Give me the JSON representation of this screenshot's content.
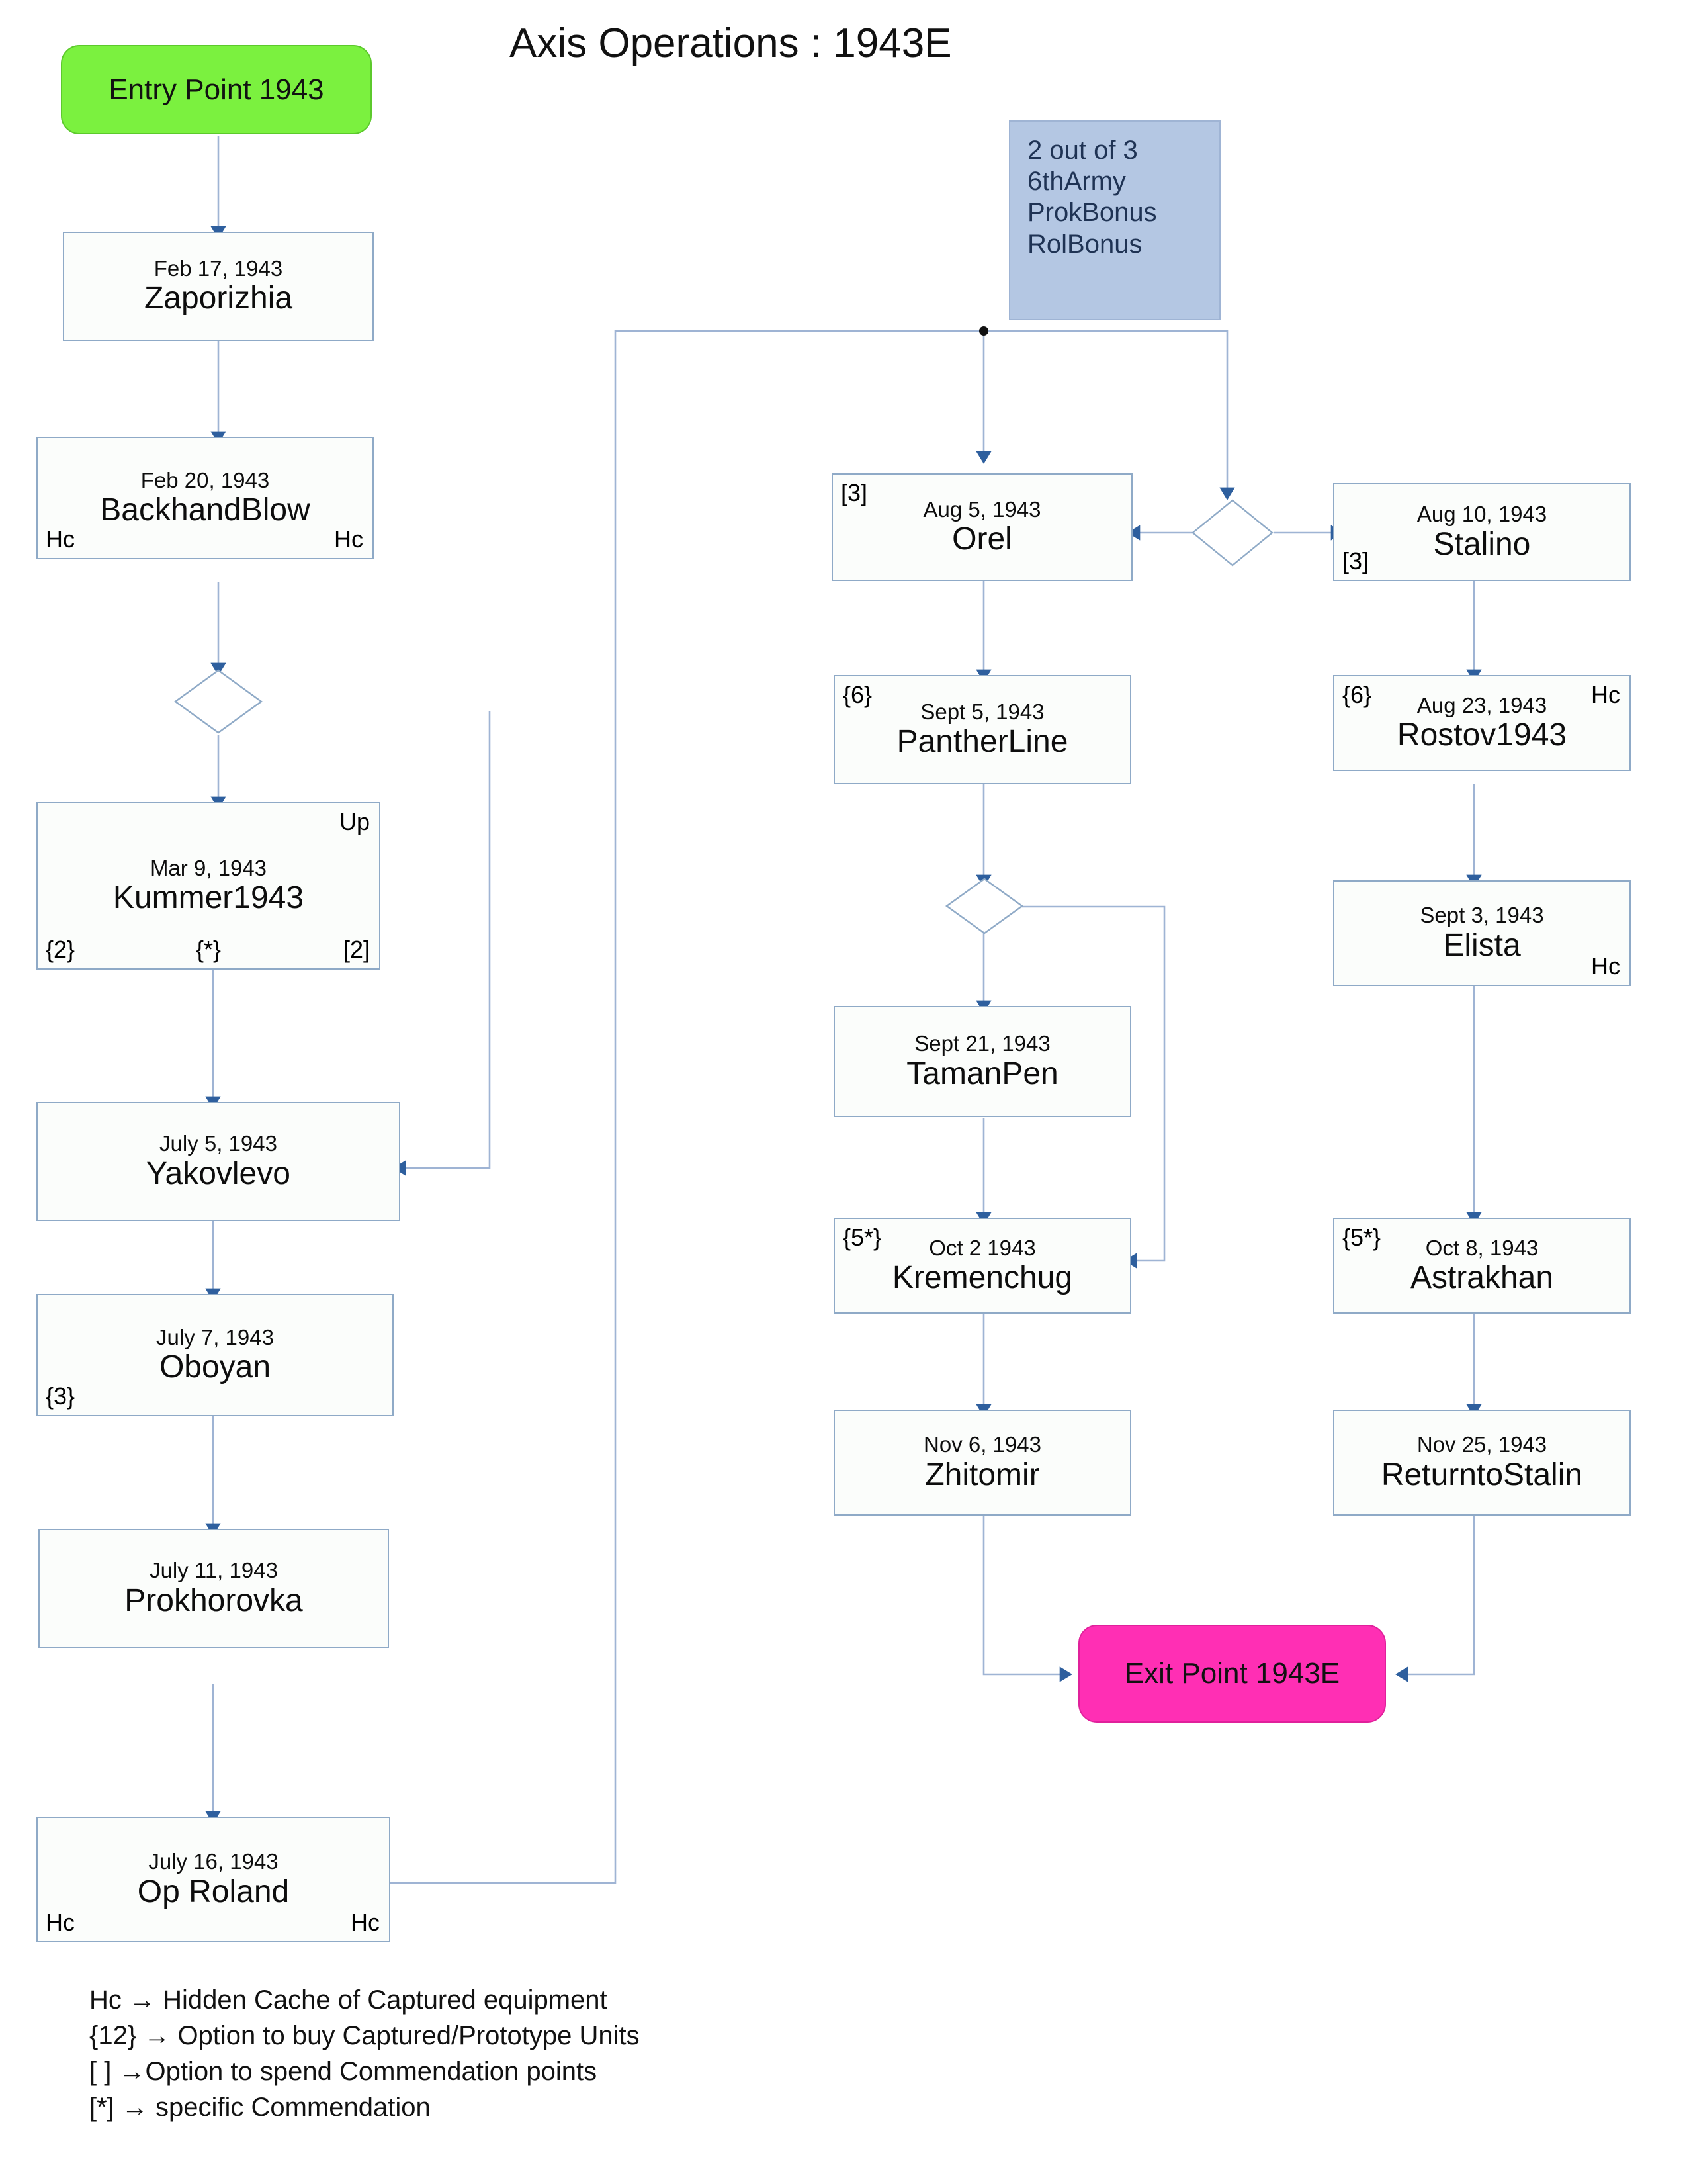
{
  "title": "Axis Operations : 1943E",
  "colors": {
    "entry_fill": "#7bf13f",
    "exit_fill": "#ff2fb4",
    "note_fill": "#b4c7e3",
    "node_border": "#8faac7",
    "arrow_fill": "#2e5f9e",
    "edge_line": "#9fb4d4"
  },
  "entry": {
    "label": "Entry Point 1943"
  },
  "exit": {
    "label": "Exit Point 1943E"
  },
  "note": {
    "lines": [
      "2 out of 3",
      "6thArmy",
      "ProkBonus",
      "RolBonus"
    ]
  },
  "nodes": [
    {
      "id": "zaporizhia",
      "date": "Feb 17, 1943",
      "name": "Zaporizhia",
      "tl": "",
      "tr": "",
      "bl": "",
      "bc": "",
      "br": ""
    },
    {
      "id": "backhandblow",
      "date": "Feb 20, 1943",
      "name": "BackhandBlow",
      "tl": "",
      "tr": "",
      "bl": "Hc",
      "bc": "",
      "br": "Hc"
    },
    {
      "id": "kummer1943",
      "date": "Mar 9, 1943",
      "name": "Kummer1943",
      "tl": "",
      "tr": "Up",
      "bl": "{2}",
      "bc": "{*}",
      "br": "[2]"
    },
    {
      "id": "yakovlevo",
      "date": "July 5, 1943",
      "name": "Yakovlevo",
      "tl": "",
      "tr": "",
      "bl": "",
      "bc": "",
      "br": ""
    },
    {
      "id": "oboyan",
      "date": "July 7, 1943",
      "name": "Oboyan",
      "tl": "",
      "tr": "",
      "bl": "{3}",
      "bc": "",
      "br": ""
    },
    {
      "id": "prokhorovka",
      "date": "July 11, 1943",
      "name": "Prokhorovka",
      "tl": "",
      "tr": "",
      "bl": "",
      "bc": "",
      "br": ""
    },
    {
      "id": "oproland",
      "date": "July 16, 1943",
      "name": "Op Roland",
      "tl": "",
      "tr": "",
      "bl": "Hc",
      "bc": "",
      "br": "Hc"
    },
    {
      "id": "orel",
      "date": "Aug 5, 1943",
      "name": "Orel",
      "tl": "[3]",
      "tr": "",
      "bl": "",
      "bc": "",
      "br": ""
    },
    {
      "id": "stalino",
      "date": "Aug 10, 1943",
      "name": "Stalino",
      "tl": "",
      "tr": "",
      "bl": "[3]",
      "bc": "",
      "br": ""
    },
    {
      "id": "pantherline",
      "date": "Sept 5, 1943",
      "name": "PantherLine",
      "tl": "{6}",
      "tr": "",
      "bl": "",
      "bc": "",
      "br": ""
    },
    {
      "id": "rostov1943",
      "date": "Aug 23, 1943",
      "name": "Rostov1943",
      "tl": "{6}",
      "tr": "Hc",
      "bl": "",
      "bc": "",
      "br": ""
    },
    {
      "id": "tamanpen",
      "date": "Sept 21, 1943",
      "name": "TamanPen",
      "tl": "",
      "tr": "",
      "bl": "",
      "bc": "",
      "br": ""
    },
    {
      "id": "elista",
      "date": "Sept 3, 1943",
      "name": "Elista",
      "tl": "",
      "tr": "",
      "bl": "",
      "bc": "",
      "br": "Hc"
    },
    {
      "id": "kremenchug",
      "date": "Oct 2 1943",
      "name": "Kremenchug",
      "tl": "{5*}",
      "tr": "",
      "bl": "",
      "bc": "",
      "br": ""
    },
    {
      "id": "astrakhan",
      "date": "Oct 8, 1943",
      "name": "Astrakhan",
      "tl": "{5*}",
      "tr": "",
      "bl": "",
      "bc": "",
      "br": ""
    },
    {
      "id": "zhitomir",
      "date": "Nov 6, 1943",
      "name": "Zhitomir",
      "tl": "",
      "tr": "",
      "bl": "",
      "bc": "",
      "br": ""
    },
    {
      "id": "returntostalin",
      "date": "Nov 25, 1943",
      "name": "ReturntoStalin",
      "tl": "",
      "tr": "",
      "bl": "",
      "bc": "",
      "br": ""
    }
  ],
  "legend": {
    "lines": [
      "Hc → Hidden Cache of Captured equipment",
      "{12} → Option to buy Captured/Prototype Units",
      "[ ] →Option to spend Commendation points",
      "[*] →  specific Commendation"
    ]
  }
}
